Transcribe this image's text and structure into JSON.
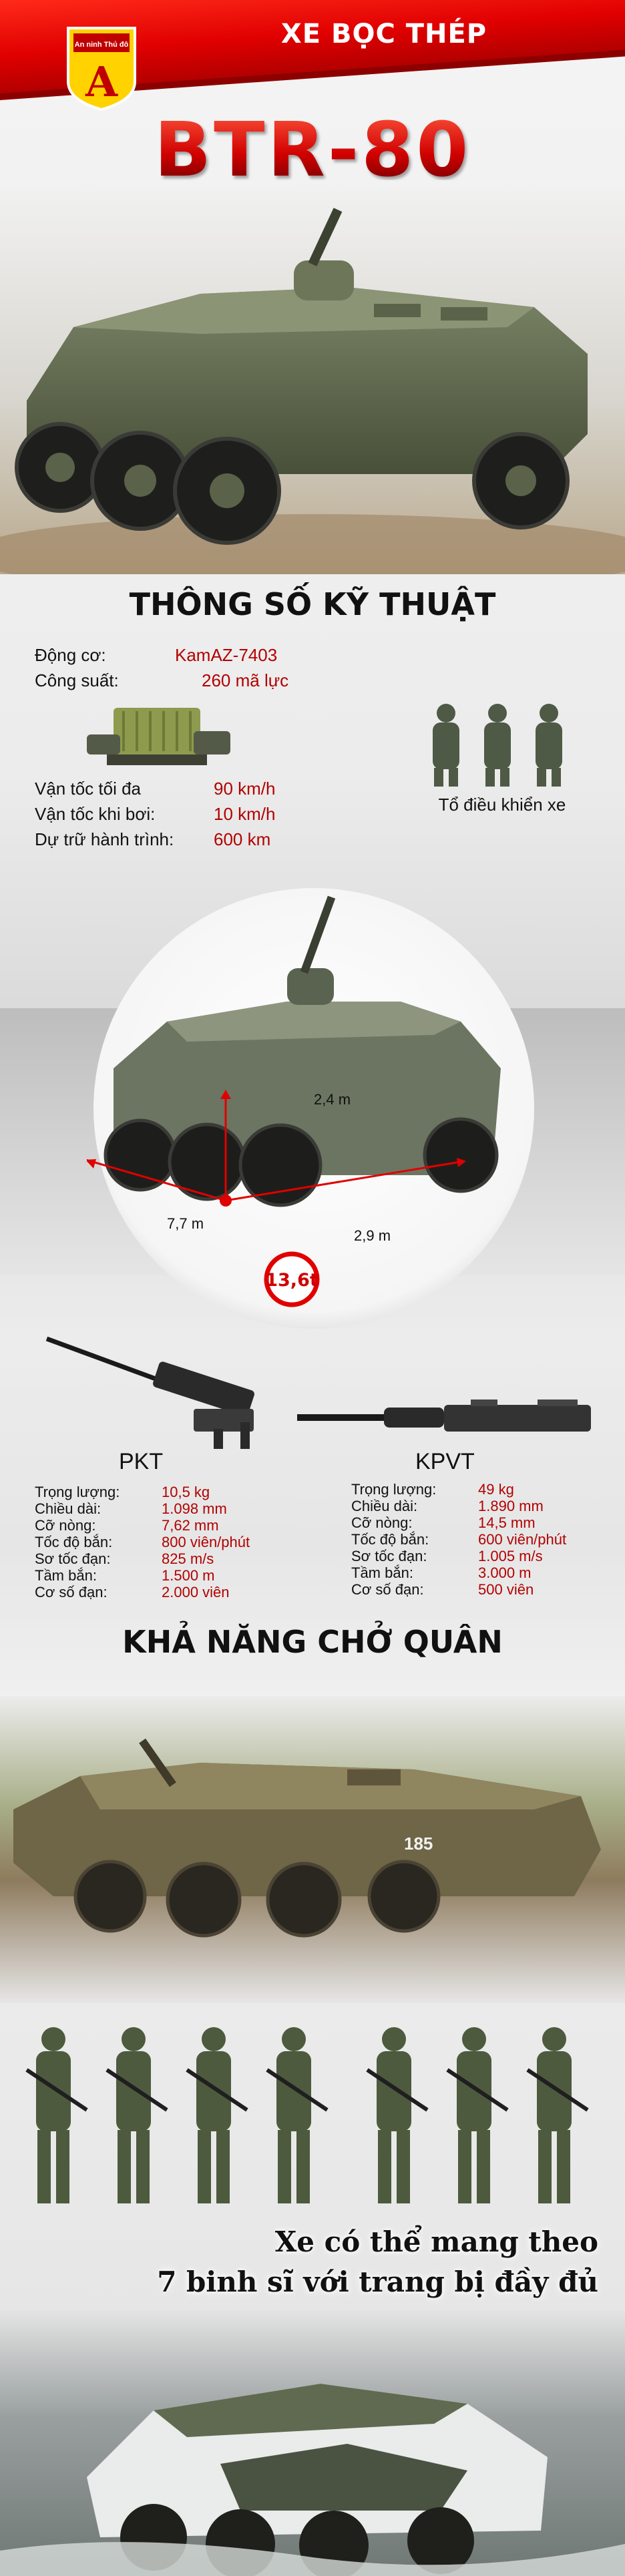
{
  "header": {
    "series_title": "XE BỌC THÉP",
    "logo_text_top": "An ninh Thủ đô",
    "logo_letter": "A"
  },
  "main_title": "BTR-80",
  "specs_section": {
    "title": "THÔNG SỐ KỸ THUẬT",
    "engine_rows": [
      {
        "label": "Động cơ:",
        "value": "KamAZ-7403"
      },
      {
        "label": "Công suất:",
        "value": "260 mã lực"
      }
    ],
    "speed_rows": [
      {
        "label": "Vận tốc tối đa",
        "value": "90 km/h"
      },
      {
        "label": "Vận tốc khi bơi:",
        "value": "10 km/h"
      },
      {
        "label": "Dự trữ hành trình:",
        "value": "600 km"
      }
    ],
    "crew_label": "Tổ điều khiển xe"
  },
  "dimensions": {
    "height": "2,4 m",
    "length": "7,7 m",
    "width": "2,9 m",
    "weight": "13,6t"
  },
  "weapons": [
    {
      "name": "PKT",
      "rows": [
        {
          "label": "Trọng lượng:",
          "value": "10,5 kg"
        },
        {
          "label": "Chiều dài:",
          "value": "1.098 mm"
        },
        {
          "label": "Cỡ nòng:",
          "value": "7,62 mm"
        },
        {
          "label": "Tốc độ bắn:",
          "value": "800 viên/phút"
        },
        {
          "label": "Sơ tốc đạn:",
          "value": "825 m/s"
        },
        {
          "label": "Tầm bắn:",
          "value": "1.500 m"
        },
        {
          "label": "Cơ số đạn:",
          "value": "2.000 viên"
        }
      ]
    },
    {
      "name": "KPVT",
      "rows": [
        {
          "label": "Trọng lượng:",
          "value": "49 kg"
        },
        {
          "label": "Chiều dài:",
          "value": "1.890 mm"
        },
        {
          "label": "Cỡ nòng:",
          "value": "14,5 mm"
        },
        {
          "label": "Tốc độ bắn:",
          "value": "600 viên/phút"
        },
        {
          "label": "Sơ tốc đạn:",
          "value": "1.005 m/s"
        },
        {
          "label": "Tầm bắn:",
          "value": "3.000 m"
        },
        {
          "label": "Cơ số đạn:",
          "value": "500 viên"
        }
      ]
    }
  ],
  "troop_section": {
    "title": "KHẢ NĂNG CHỞ QUÂN",
    "vehicle_number": "185",
    "caption_line1": "Xe có thể mang theo",
    "caption_line2": "7 binh sĩ với trang bị đầy đủ"
  },
  "colors": {
    "brand_red": "#e00000",
    "value_red": "#b30000",
    "vehicle_green": "#5f6a50"
  }
}
